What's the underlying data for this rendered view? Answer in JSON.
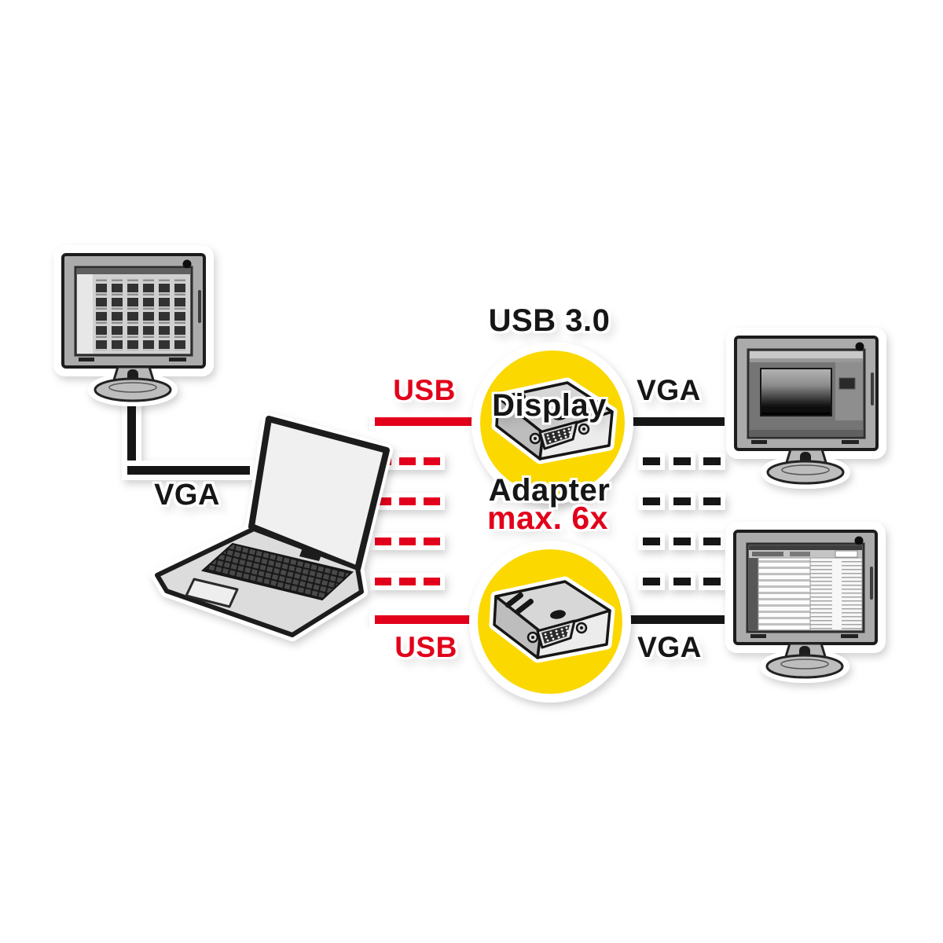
{
  "title": {
    "line1": "USB 3.0",
    "line2": "Display",
    "line3": "Adapter"
  },
  "note_max": "max. 6x",
  "labels": {
    "left_vga": "VGA",
    "top_usb": "USB",
    "top_vga": "VGA",
    "bottom_usb": "USB",
    "bottom_vga": "VGA"
  },
  "colors": {
    "usb": "#e2001a",
    "vga": "#191919",
    "yellow": "#fbd802",
    "text": "#161616",
    "background": "#ffffff"
  },
  "devices": {
    "left_monitor": "desktop-monitor-file-browser",
    "laptop": "laptop-computer",
    "top_adapter": "usb3-to-vga-adapter",
    "bottom_adapter": "usb3-to-vga-adapter",
    "top_right_monitor": "desktop-monitor-photo-viewer",
    "bottom_right_monitor": "desktop-monitor-email-client"
  }
}
